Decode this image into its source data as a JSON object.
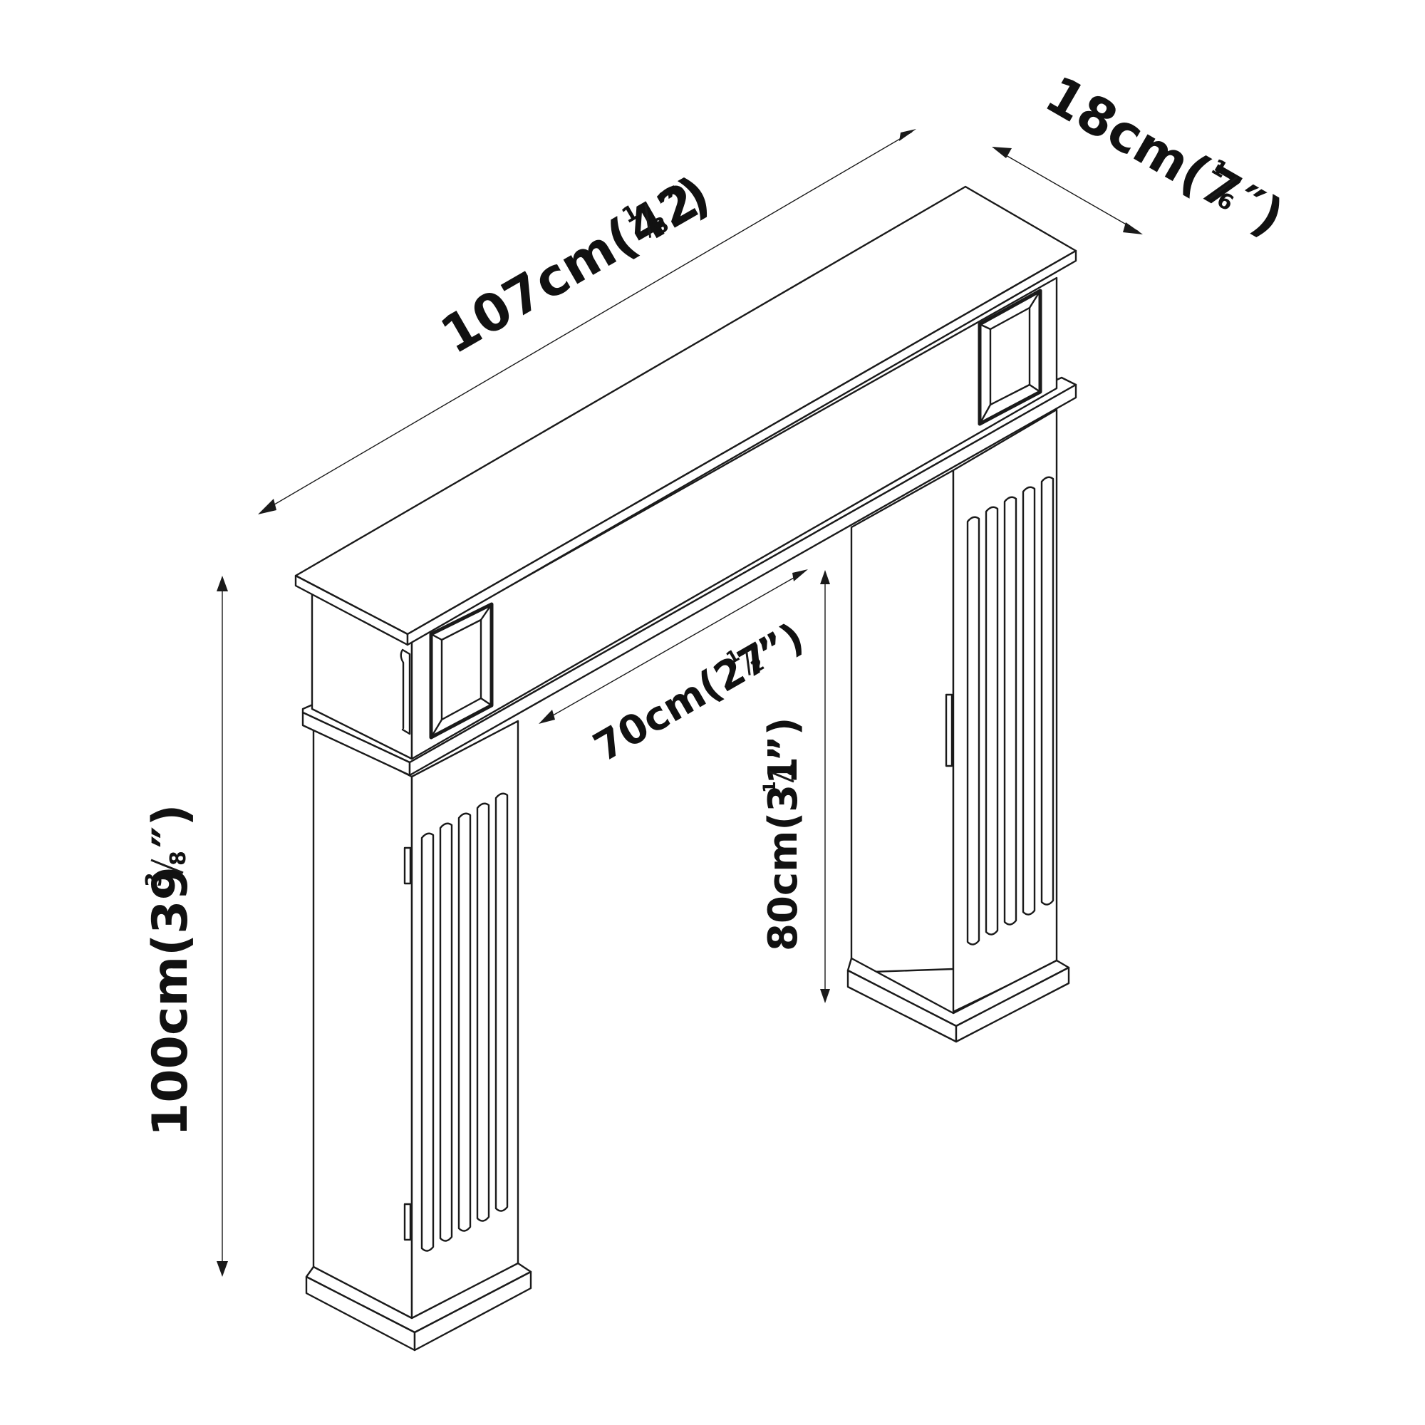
{
  "dimensions": {
    "width": {
      "main": "107cm(42",
      "num": "1",
      "den": "8",
      "close": "″)"
    },
    "depth": {
      "main": "18cm(7",
      "num": "1",
      "den": "6",
      "close": "″)"
    },
    "height": {
      "main": "100cm(39",
      "num": "3",
      "den": "8",
      "close": "″)"
    },
    "opening_width": {
      "main": "70cm(27",
      "num": "1",
      "den": "2",
      "close": "”)"
    },
    "opening_height": {
      "main": "80cm(31",
      "num": "1",
      "den": "4",
      "close": "”)"
    }
  },
  "colors": {
    "line": "#1a1a1a",
    "background": "#ffffff"
  }
}
